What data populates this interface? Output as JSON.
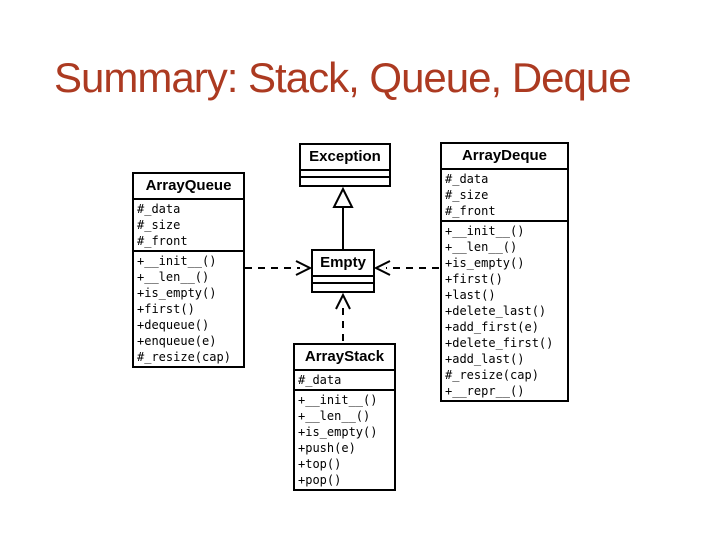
{
  "slide": {
    "title": "Summary: Stack, Queue, Deque",
    "title_color": "#AC3A21"
  },
  "classes": [
    {
      "id": "exception",
      "name": "Exception",
      "attributes": [],
      "methods": []
    },
    {
      "id": "array_queue",
      "name": "ArrayQueue",
      "attributes": [
        "#_data",
        "#_size",
        "#_front"
      ],
      "methods": [
        "+__init__()",
        "+__len__()",
        "+is_empty()",
        "+first()",
        "+dequeue()",
        "+enqueue(e)",
        "#_resize(cap)"
      ]
    },
    {
      "id": "empty",
      "name": "Empty",
      "attributes": [],
      "methods": []
    },
    {
      "id": "array_stack",
      "name": "ArrayStack",
      "attributes": [
        "#_data"
      ],
      "methods": [
        "+__init__()",
        "+__len__()",
        "+is_empty()",
        "+push(e)",
        "+top()",
        "+pop()"
      ]
    },
    {
      "id": "array_deque",
      "name": "ArrayDeque",
      "attributes": [
        "#_data",
        "#_size",
        "#_front"
      ],
      "methods": [
        "+__init__()",
        "+__len__()",
        "+is_empty()",
        "+first()",
        "+last()",
        "+delete_last()",
        "+add_first(e)",
        "+delete_first()",
        "+add_last()",
        "#_resize(cap)",
        "+__repr__()"
      ]
    }
  ],
  "relationships": [
    {
      "from": "Empty",
      "to": "Exception",
      "type": "generalization",
      "style": "solid-hollow-triangle"
    },
    {
      "from": "ArrayQueue",
      "to": "Empty",
      "type": "dependency",
      "style": "dashed-open-arrow"
    },
    {
      "from": "ArrayDeque",
      "to": "Empty",
      "type": "dependency",
      "style": "dashed-open-arrow"
    },
    {
      "from": "ArrayStack",
      "to": "Empty",
      "type": "dependency",
      "style": "dashed-open-arrow"
    }
  ]
}
